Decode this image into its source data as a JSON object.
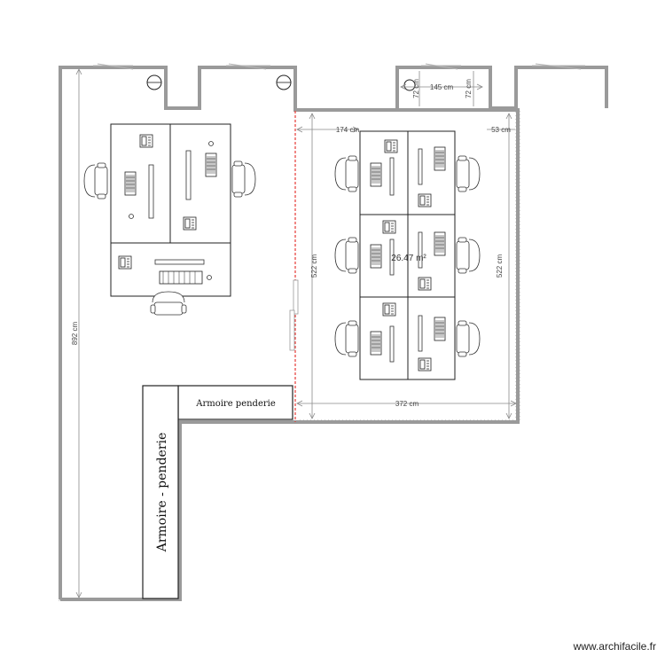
{
  "plan": {
    "labels": {
      "armoire_small": "Armoire    penderie",
      "armoire_large": "Armoire  -  penderie"
    },
    "area": "26.47 m²",
    "dimensions": {
      "left_height": "892 cm",
      "right_room_width": "174 cm",
      "top_gap": "145 cm",
      "top_left_72": "72 cm",
      "top_right_72": "72 cm",
      "right_53": "53 cm",
      "inner_height_left": "522 cm",
      "inner_height_right": "522 cm",
      "bottom_width": "372 cm"
    },
    "accent_colors": {
      "wall": "#9a9a9a",
      "partition": "#e53935"
    }
  },
  "footer": {
    "watermark": "www.archifacile.fr"
  }
}
